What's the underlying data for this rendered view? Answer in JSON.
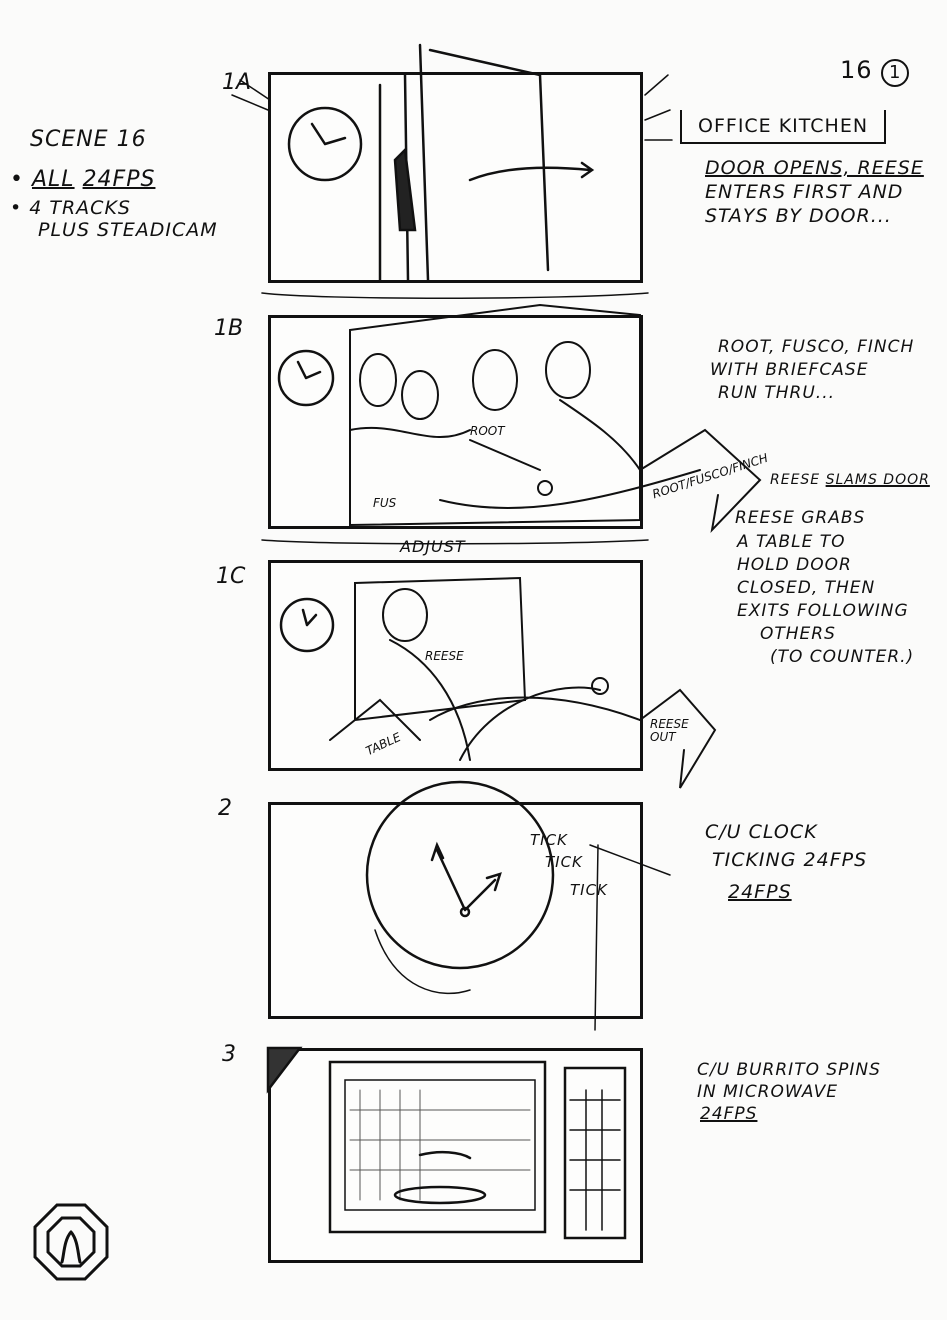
{
  "page_number": "16",
  "page_sub": "1",
  "scene_notes": {
    "title": "SCENE 16",
    "line1_a": "ALL",
    "line1_b": "24FPS",
    "line2": "4 TRACKS",
    "line3": "PLUS STEADICAM"
  },
  "location": "OFFICE KITCHEN",
  "panels": [
    {
      "label": "1A",
      "notes": [
        "DOOR OPENS, REESE",
        "ENTERS FIRST AND",
        "STAYS BY DOOR..."
      ]
    },
    {
      "label": "1B",
      "notes": [
        "ROOT, FUSCO, FINCH",
        "WITH BRIEFCASE",
        "RUN THRU..."
      ],
      "in_frame": {
        "root": "ROOT",
        "fus": "FUS",
        "arrow": "ROOT/FUSCO/FINCH"
      },
      "slam_a": "REESE",
      "slam_b": "SLAMS DOOR",
      "adjust": "ADJUST"
    },
    {
      "label": "1C",
      "notes": [
        "REESE GRABS",
        "A TABLE TO",
        "HOLD DOOR",
        "CLOSED, THEN",
        "EXITS FOLLOWING",
        "OTHERS",
        "(TO COUNTER.)"
      ],
      "in_frame": {
        "reese": "REESE",
        "table": "TABLE",
        "out": "REESE OUT"
      }
    },
    {
      "label": "2",
      "notes": [
        "C/U CLOCK",
        "TICKING 24FPS",
        "24FPS"
      ],
      "ticks": [
        "TICK",
        "TICK",
        "TICK"
      ]
    },
    {
      "label": "3",
      "notes": [
        "C/U BURRITO SPINS",
        "IN MICROWAVE",
        "24FPS"
      ]
    }
  ]
}
